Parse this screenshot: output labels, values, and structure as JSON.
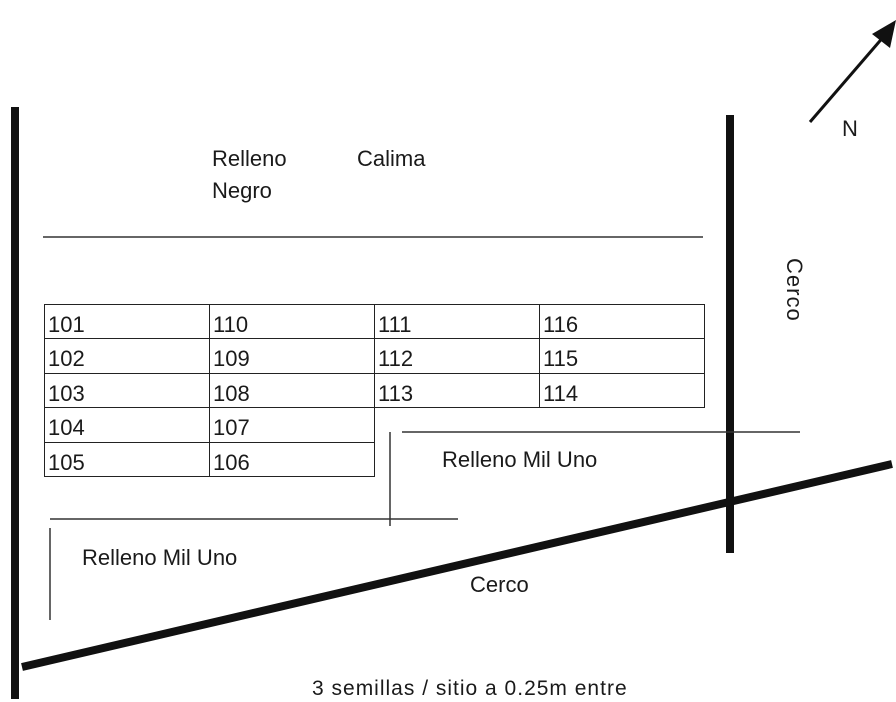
{
  "labels": {
    "relleno_negro_line1": "Relleno",
    "relleno_negro_line2": "Negro",
    "calima": "Calima",
    "cerco_right": "Cerco",
    "relleno_mil_uno_right": "Relleno Mil Uno",
    "relleno_mil_uno_left": "Relleno Mil Uno",
    "cerco_bottom": "Cerco",
    "north": "N",
    "footer_note": "3 semillas / sitio a 0.25m entre"
  },
  "plots": {
    "col1": [
      "101",
      "102",
      "103",
      "104",
      "105"
    ],
    "col2": [
      "110",
      "109",
      "108",
      "107",
      "106"
    ],
    "col3": [
      "111",
      "112",
      "113"
    ],
    "col4": [
      "116",
      "115",
      "114"
    ]
  },
  "colors": {
    "ink": "#1a1a1a",
    "thin_line": "#333333",
    "background": "#ffffff"
  }
}
